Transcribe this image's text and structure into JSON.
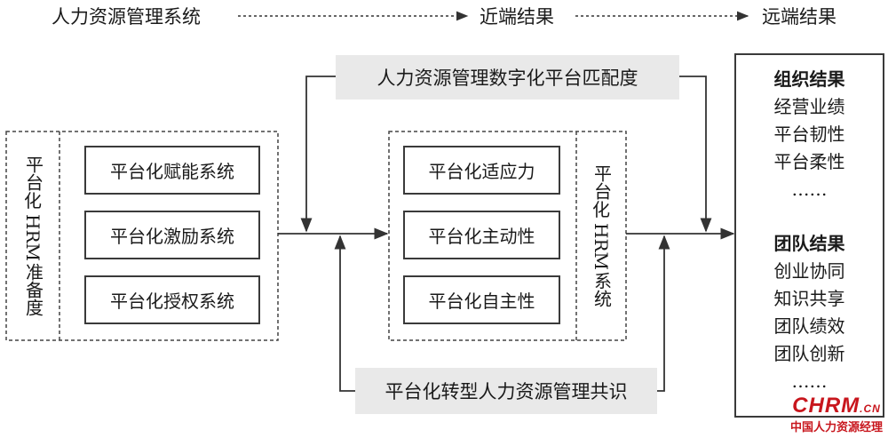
{
  "header": {
    "system": "人力资源管理系统",
    "near": "近端结果",
    "far": "远端结果"
  },
  "readiness": {
    "label_top": "平台",
    "label_mid": "化",
    "label_latin": "HRM",
    "label_bottom": "准备度",
    "boxes": [
      "平台化赋能系统",
      "平台化激励系统",
      "平台化授权系统"
    ]
  },
  "hrm_system": {
    "label_top": "平台",
    "label_mid": "化",
    "label_latin": "HRM",
    "label_bottom": "系统",
    "boxes": [
      "平台化适应力",
      "平台化主动性",
      "平台化自主性"
    ]
  },
  "moderators": {
    "top": "人力资源管理数字化平台匹配度",
    "bottom": "平台化转型人力资源管理共识"
  },
  "outcomes": {
    "org_title": "组织结果",
    "org_items": [
      "经营业绩",
      "平台韧性",
      "平台柔性",
      "……"
    ],
    "team_title": "团队结果",
    "team_items": [
      "创业协同",
      "知识共享",
      "团队绩效",
      "团队创新",
      "……"
    ]
  },
  "watermark": {
    "logo_c": "C",
    "logo_rest": "HRM",
    "logo_suffix": ".CN",
    "subtitle": "中国人力资源经理"
  },
  "colors": {
    "line": "#333333",
    "gray_fill": "#e9e9e9",
    "watermark": "#c8161d"
  }
}
